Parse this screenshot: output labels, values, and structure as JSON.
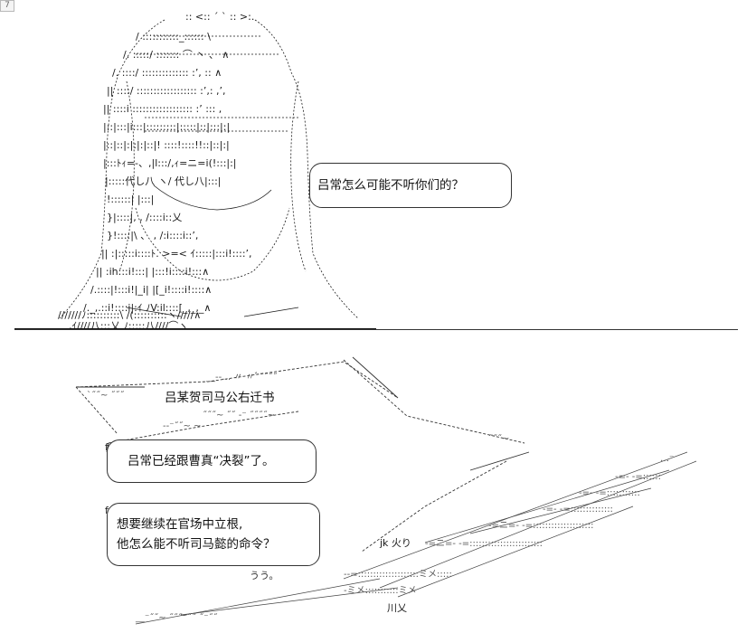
{
  "page_tab": "7",
  "dialogues": {
    "lu_chang_question": "吕常怎么可能不听你们的？",
    "letter_title": "吕某贺司马公右迁书",
    "letter_line": "吕常已经跟曹真“决裂”了。",
    "thought_line1": "想要继续在官场中立根,",
    "thought_line2": "他怎么能不听司马懿的命令？"
  },
  "art_labels": {
    "face_left": "代し八",
    "face_right": "代し八",
    "face_mouth": ">=<",
    "sound_effect": "うう。",
    "hand_fragment": "jk 火り",
    "hand_fragment2": "川乂"
  }
}
